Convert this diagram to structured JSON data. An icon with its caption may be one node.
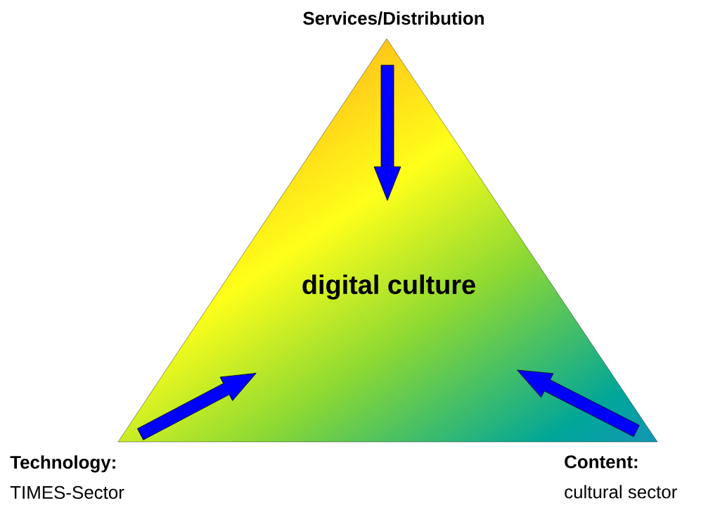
{
  "diagram": {
    "nodes": [
      {
        "text": [
          "digital culture"
        ]
      },
      {
        "text": [
          "Services/Distribution"
        ]
      },
      {
        "text": [
          "Technology:",
          "TIMES-Sector"
        ]
      },
      {
        "text": [
          "Content:",
          "cultural sector"
        ]
      }
    ],
    "edges": [
      {
        "from": 1,
        "to": 0,
        "arrow": "to"
      },
      {
        "from": 2,
        "to": 0,
        "arrow": "to"
      },
      {
        "from": 3,
        "to": 0,
        "arrow": "to"
      }
    ]
  }
}
